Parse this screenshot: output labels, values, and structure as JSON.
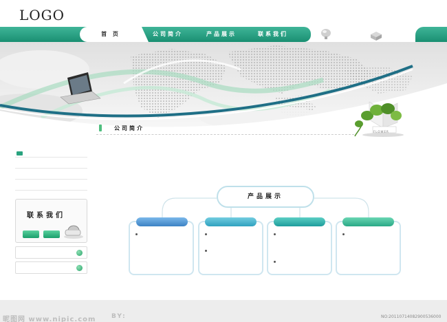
{
  "header": {
    "logo": "LOGO"
  },
  "nav": {
    "items": [
      {
        "label": "首 页"
      },
      {
        "label": "公司简介"
      },
      {
        "label": "产品展示"
      },
      {
        "label": "联系我们"
      }
    ]
  },
  "banner": {
    "plant_label": "FLOWER"
  },
  "breadcrumb": {
    "title": "公司简介"
  },
  "sidebar": {
    "contact_title": "联系我们"
  },
  "diagram": {
    "hub_label": "产品展示"
  },
  "watermark": {
    "left": "昵图网 www.nipic.com",
    "by": "BY:",
    "right": "NO:20110714082900536000"
  },
  "colors": {
    "brand_green": "#1a8f72",
    "card_head_1": "#4a90cf",
    "card_head_2": "#38aecb",
    "card_head_3": "#2aa8a8",
    "card_head_4": "#3bb797"
  }
}
